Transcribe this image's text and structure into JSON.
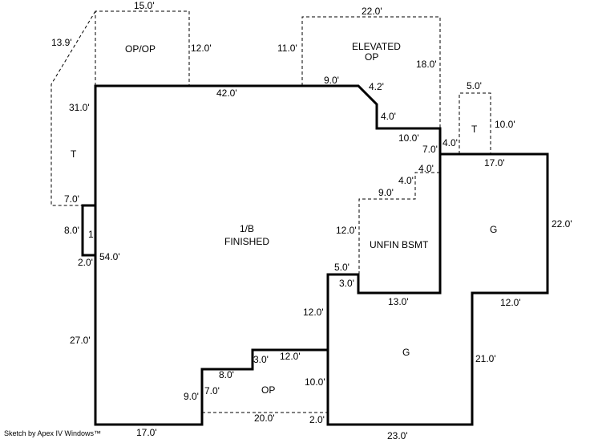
{
  "rooms": {
    "op_op": "OP/OP",
    "t_left": "T",
    "elevated": "ELEVATED",
    "elevated_op": "OP",
    "t_right": "T",
    "main_1": "1/B",
    "main_2": "FINISHED",
    "small_1": "1",
    "unfin": "UNFIN BSMT",
    "garage_upper": "G",
    "garage_lower": "G",
    "op_bottom": "OP"
  },
  "dims": [
    "15.0'",
    "13.9'",
    "12.0'",
    "11.0'",
    "22.0'",
    "18.0'",
    "9.0'",
    "4.2'",
    "42.0'",
    "31.0'",
    "4.0'",
    "5.0'",
    "10.0'",
    "10.0'",
    "7.0'",
    "4.0'",
    "17.0'",
    "4.0'",
    "4.0'",
    "9.0'",
    "7.0'",
    "8.0'",
    "2.0'",
    "54.0'",
    "12.0'",
    "22.0'",
    "5.0'",
    "3.0'",
    "13.0'",
    "12.0'",
    "12.0'",
    "27.0'",
    "3.0'",
    "12.0'",
    "21.0'",
    "8.0'",
    "10.0'",
    "7.0'",
    "9.0'",
    "20.0'",
    "2.0'",
    "17.0'",
    "23.0'"
  ],
  "credit": "Sketch by Apex IV Windows™"
}
